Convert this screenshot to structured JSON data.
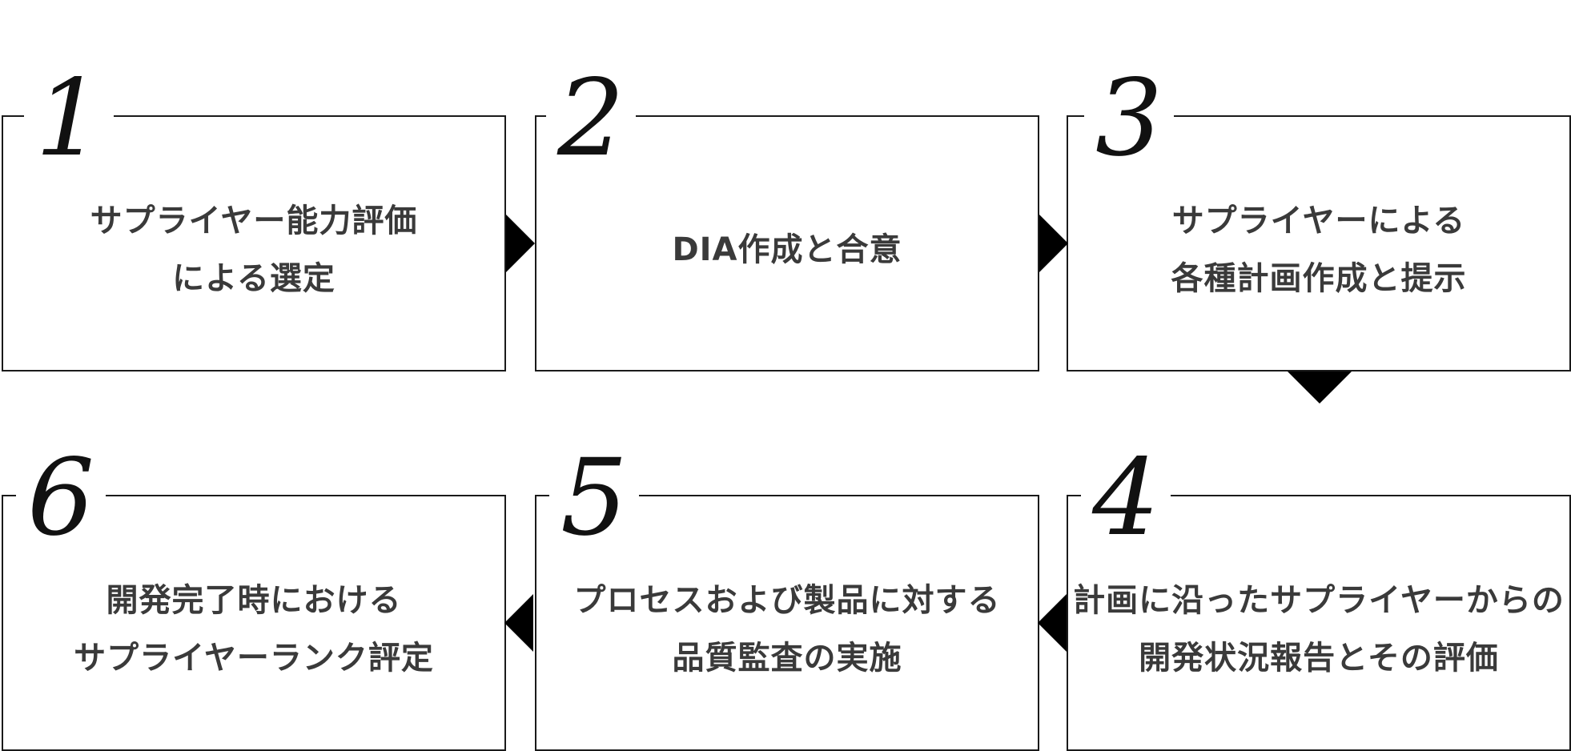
{
  "steps": [
    {
      "number": "1",
      "label": "サプライヤー能力評価\nによる選定"
    },
    {
      "number": "2",
      "label": "DIA作成と合意"
    },
    {
      "number": "3",
      "label": "サプライヤーによる\n各種計画作成と提示"
    },
    {
      "number": "4",
      "label": "計画に沿ったサプライヤーからの\n開発状況報告とその評価"
    },
    {
      "number": "5",
      "label": "プロセスおよび製品に対する\n品質監査の実施"
    },
    {
      "number": "6",
      "label": "開発完了時における\nサプライヤーランク評定"
    }
  ]
}
